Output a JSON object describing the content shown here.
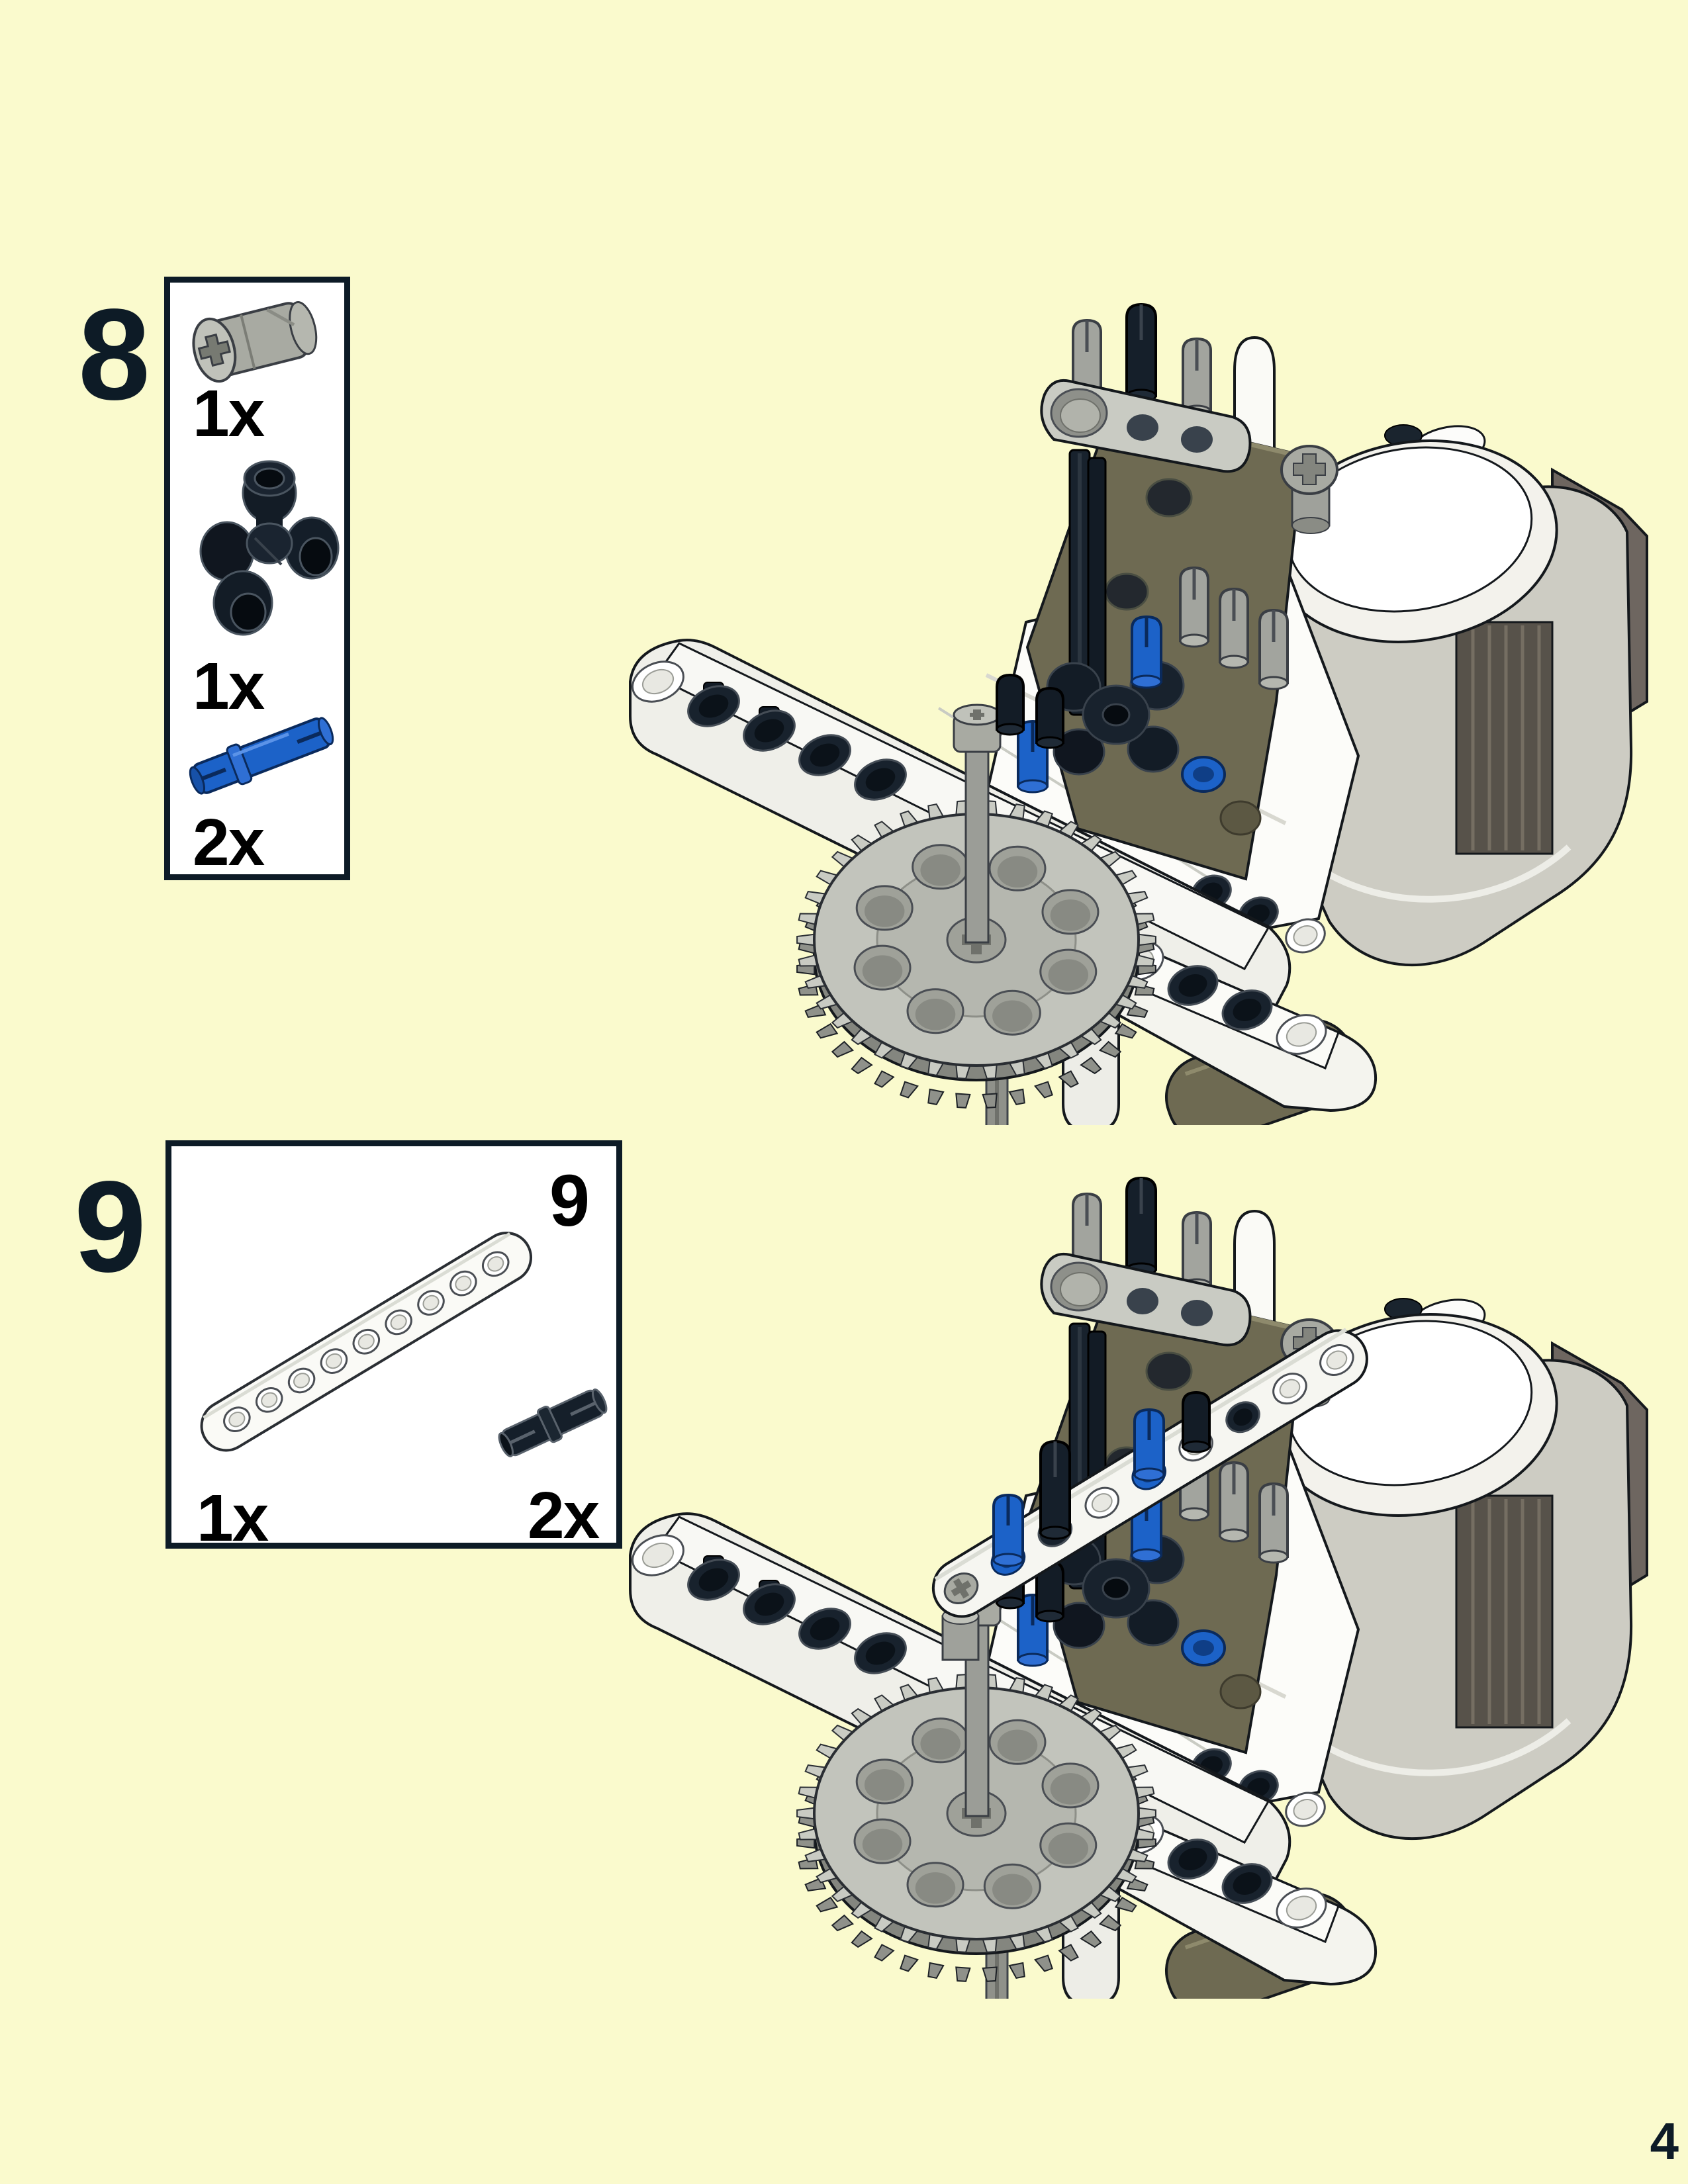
{
  "page": {
    "number": "4",
    "background_color": "#FAFACD",
    "ink_color": "#0D1B26"
  },
  "steps": [
    {
      "number": "8",
      "parts": [
        {
          "icon": "bush-axle-connector-gray-part",
          "count": "1x",
          "color": "#A8AAA2"
        },
        {
          "icon": "pin-connector-4way-black-part",
          "count": "1x",
          "color": "#151F2A"
        },
        {
          "icon": "pin-3l-blue-part",
          "count": "2x",
          "color": "#1C62C8"
        }
      ]
    },
    {
      "number": "9",
      "beam_length_label": "9",
      "parts": [
        {
          "icon": "beam-9-hole-white-part",
          "count": "1x",
          "color": "#FAFAF6"
        },
        {
          "icon": "pin-black-part",
          "count": "2x",
          "color": "#151F2A"
        }
      ]
    }
  ],
  "colors": {
    "blue_pin": "#1C62C8",
    "orange_cam": "#F09C28",
    "olive_beam": "#6E6A52",
    "gray_plastic": "#A2A49E",
    "white_plastic": "#F4F4EF",
    "black_part": "#151F2A",
    "motor_body": "#CDCCC3",
    "motor_dark_block": "#6E6660"
  }
}
